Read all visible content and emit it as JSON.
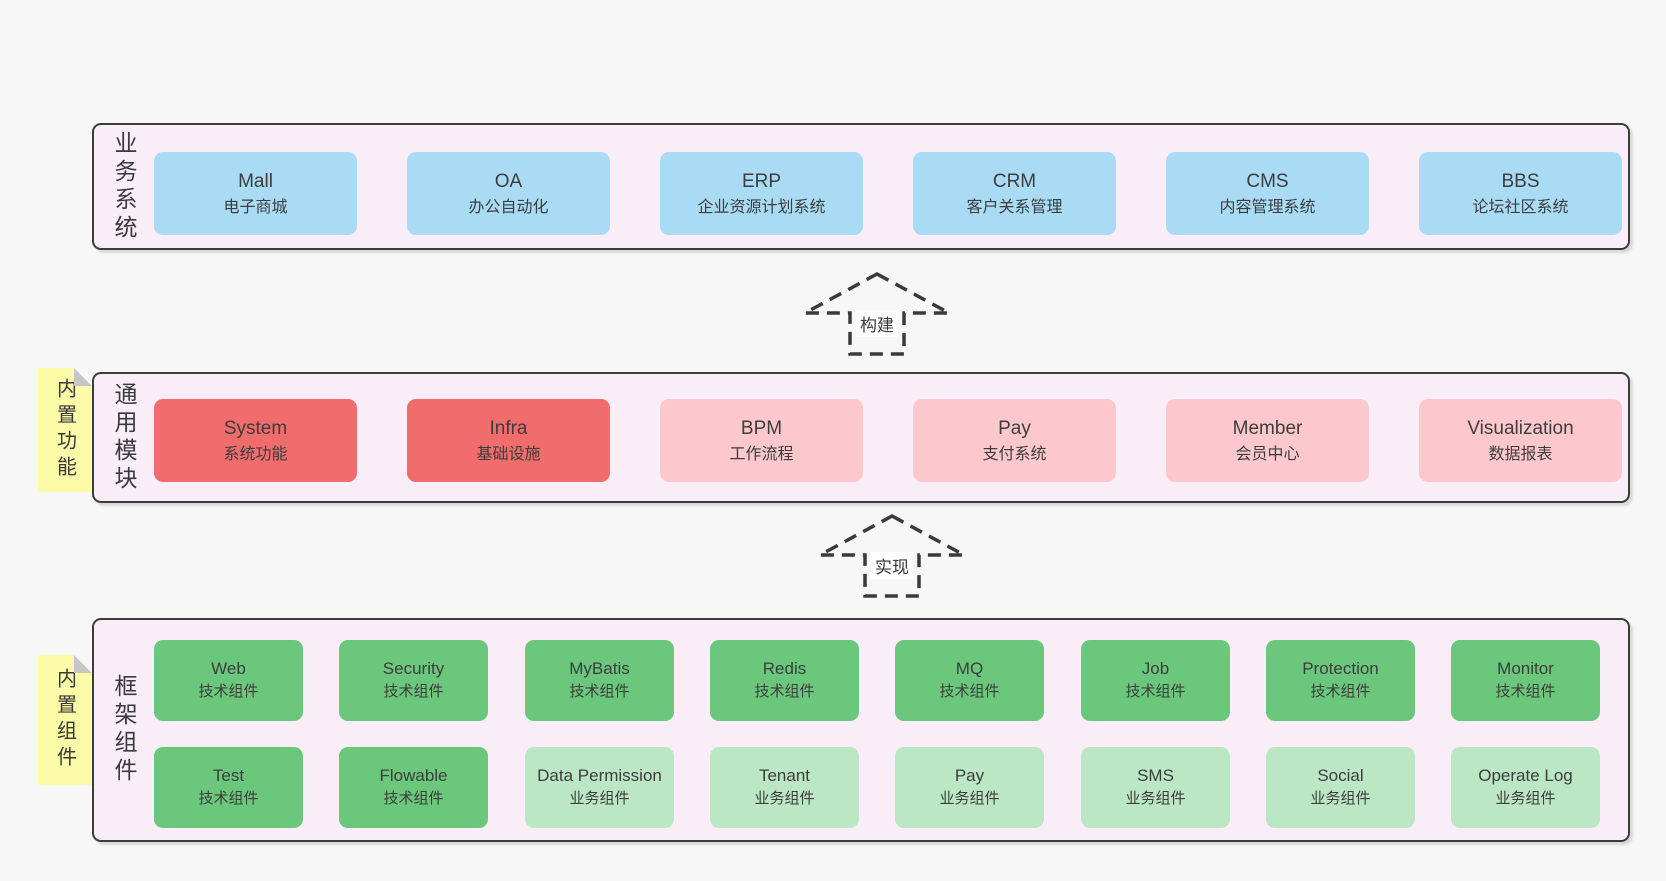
{
  "colors": {
    "page_background": "#f7f7f7",
    "band_background": "#f9eef7",
    "band_border": "#3c3c3c",
    "box_blue": "#a9dbf5",
    "box_red": "#f16c6c",
    "box_pink": "#fcc8ce",
    "box_green_dark": "#6bc77c",
    "box_green_light": "#bce7c4",
    "sticky_yellow": "#fbfba8",
    "text": "#3d3d3d"
  },
  "bands": [
    {
      "label": "业务系统",
      "boxes": [
        {
          "title": "Mall",
          "subtitle": "电子商城"
        },
        {
          "title": "OA",
          "subtitle": "办公自动化"
        },
        {
          "title": "ERP",
          "subtitle": "企业资源计划系统"
        },
        {
          "title": "CRM",
          "subtitle": "客户关系管理"
        },
        {
          "title": "CMS",
          "subtitle": "内容管理系统"
        },
        {
          "title": "BBS",
          "subtitle": "论坛社区系统"
        }
      ]
    },
    {
      "label": "通用模块",
      "sticky": "内置功能",
      "boxes": [
        {
          "title": "System",
          "subtitle": "系统功能"
        },
        {
          "title": "Infra",
          "subtitle": "基础设施"
        },
        {
          "title": "BPM",
          "subtitle": "工作流程"
        },
        {
          "title": "Pay",
          "subtitle": "支付系统"
        },
        {
          "title": "Member",
          "subtitle": "会员中心"
        },
        {
          "title": "Visualization",
          "subtitle": "数据报表"
        }
      ]
    },
    {
      "label": "框架组件",
      "sticky": "内置组件",
      "rows": [
        [
          {
            "title": "Web",
            "subtitle": "技术组件"
          },
          {
            "title": "Security",
            "subtitle": "技术组件"
          },
          {
            "title": "MyBatis",
            "subtitle": "技术组件"
          },
          {
            "title": "Redis",
            "subtitle": "技术组件"
          },
          {
            "title": "MQ",
            "subtitle": "技术组件"
          },
          {
            "title": "Job",
            "subtitle": "技术组件"
          },
          {
            "title": "Protection",
            "subtitle": "技术组件"
          },
          {
            "title": "Monitor",
            "subtitle": "技术组件"
          }
        ],
        [
          {
            "title": "Test",
            "subtitle": "技术组件"
          },
          {
            "title": "Flowable",
            "subtitle": "技术组件"
          },
          {
            "title": "Data Permission",
            "subtitle": "业务组件"
          },
          {
            "title": "Tenant",
            "subtitle": "业务组件"
          },
          {
            "title": "Pay",
            "subtitle": "业务组件"
          },
          {
            "title": "SMS",
            "subtitle": "业务组件"
          },
          {
            "title": "Social",
            "subtitle": "业务组件"
          },
          {
            "title": "Operate Log",
            "subtitle": "业务组件"
          }
        ]
      ]
    }
  ],
  "arrows": [
    {
      "label": "构建"
    },
    {
      "label": "实现"
    }
  ]
}
